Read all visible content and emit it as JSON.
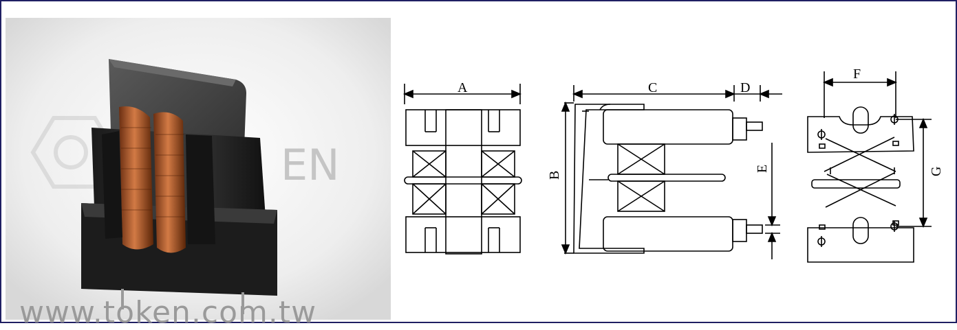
{
  "photo": {
    "watermark_url": "www.token.com.tw",
    "logo_text": "EN"
  },
  "dimension_labels": {
    "a": "A",
    "b": "B",
    "c": "C",
    "d": "D",
    "e": "E",
    "f": "F",
    "g": "G"
  }
}
